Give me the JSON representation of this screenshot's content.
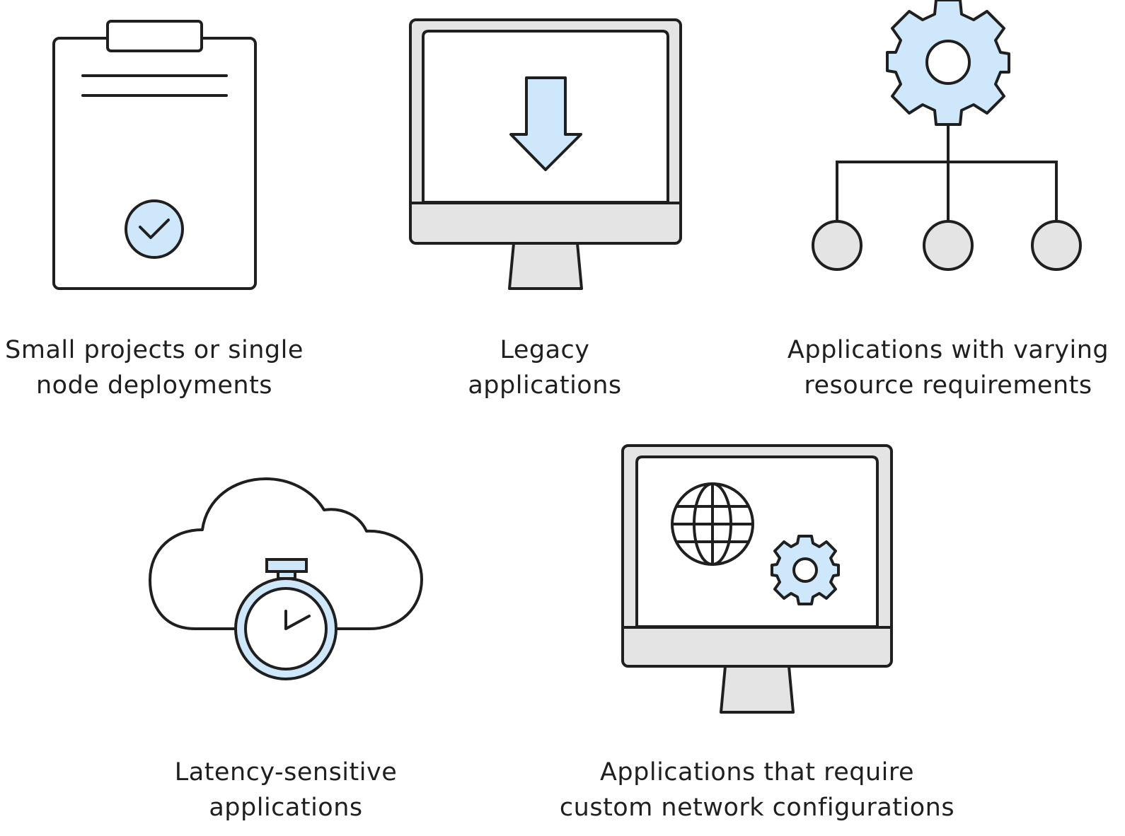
{
  "colors": {
    "stroke": "#1f1f1f",
    "accent_blue": "#cfe7fb",
    "grey_fill": "#e4e4e4",
    "white": "#ffffff"
  },
  "items": [
    {
      "icon": "clipboard-check-icon",
      "lines": [
        "Small projects or single",
        "node deployments"
      ]
    },
    {
      "icon": "monitor-download-icon",
      "lines": [
        "Legacy",
        "applications"
      ]
    },
    {
      "icon": "gear-hierarchy-icon",
      "lines": [
        "Applications with varying",
        "resource requirements"
      ]
    },
    {
      "icon": "cloud-stopwatch-icon",
      "lines": [
        "Latency-sensitive",
        "applications"
      ]
    },
    {
      "icon": "monitor-globe-gear-icon",
      "lines": [
        "Applications that require",
        "custom network configurations"
      ]
    }
  ]
}
